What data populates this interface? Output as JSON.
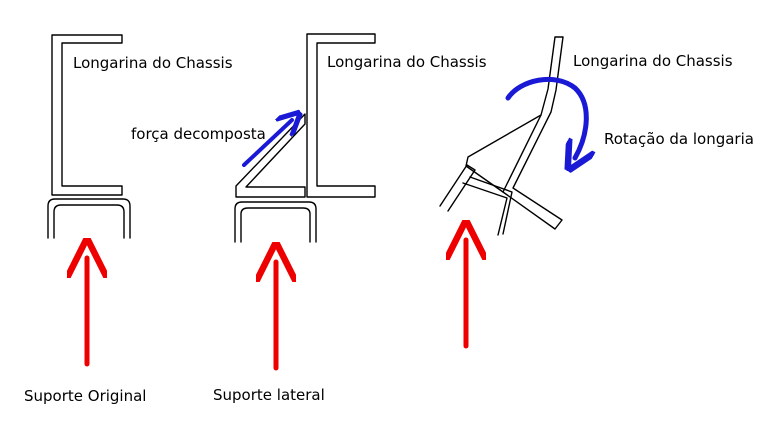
{
  "diagram": {
    "panels": [
      {
        "id": "original",
        "beam_label": "Longarina do Chassis",
        "support_label": "Suporte Original"
      },
      {
        "id": "lateral",
        "beam_label": "Longarina do Chassis",
        "force_label": "força decomposta",
        "support_label": "Suporte lateral"
      },
      {
        "id": "rotated",
        "beam_label": "Longarina do Chassis",
        "rotation_label": "Rotação da longaria"
      }
    ],
    "colors": {
      "outline": "#000000",
      "support_force_arrow": "#ee0000",
      "decomposed_force_arrow": "#1a1ad6",
      "rotation_arrow": "#1a1ad6",
      "background": "#ffffff"
    }
  }
}
